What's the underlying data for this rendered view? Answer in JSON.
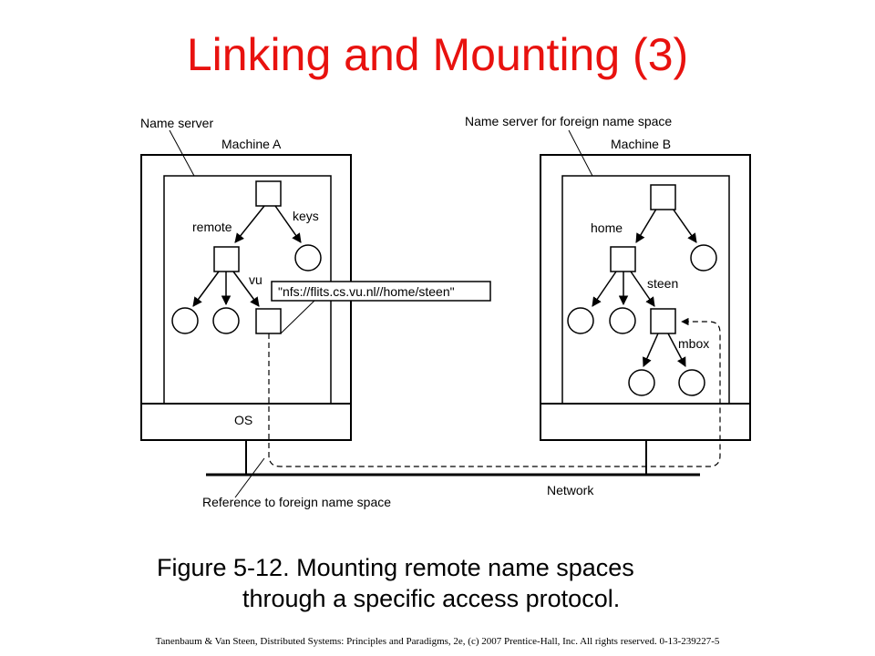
{
  "slide": {
    "title": "Linking and Mounting (3)",
    "caption_line1": "Figure 5-12. Mounting remote name spaces",
    "caption_line2": "through a specific access protocol.",
    "footer": "Tanenbaum & Van Steen, Distributed Systems: Principles and Paradigms, 2e, (c) 2007 Prentice-Hall, Inc. All rights reserved. 0-13-239227-5",
    "title_color": "#e8120f"
  },
  "diagram": {
    "labels": {
      "name_server": "Name server",
      "machine_a": "Machine A",
      "name_server_foreign": "Name server for foreign name space",
      "machine_b": "Machine B",
      "remote": "remote",
      "keys": "keys",
      "vu": "vu",
      "nfs_url": "\"nfs://flits.cs.vu.nl//home/steen\"",
      "home": "home",
      "steen": "steen",
      "mbox": "mbox",
      "os": "OS",
      "network": "Network",
      "reference": "Reference to foreign name space"
    }
  }
}
